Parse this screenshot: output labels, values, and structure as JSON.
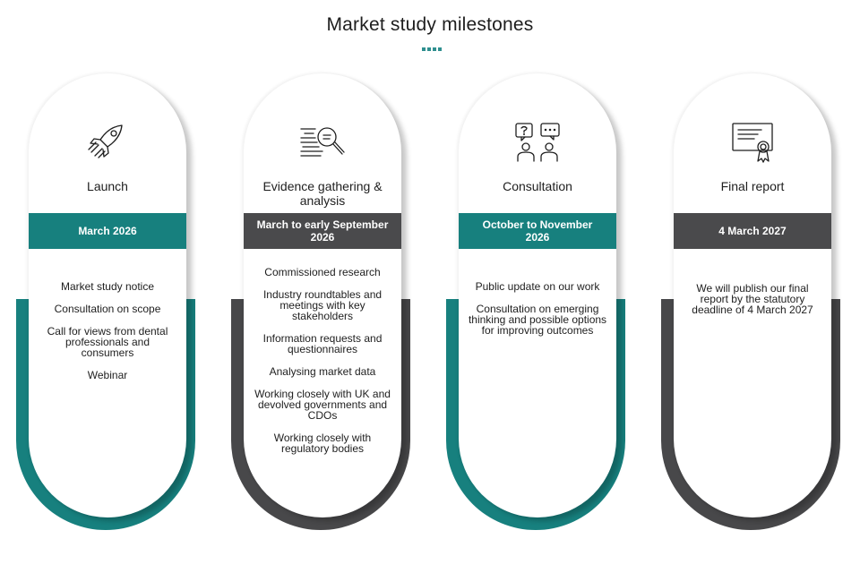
{
  "title": "Market study milestones",
  "colors": {
    "teal": "#17807e",
    "grey": "#48484a"
  },
  "milestones": [
    {
      "icon": "rocket-icon",
      "phase": "Launch",
      "date": "March 2026",
      "items": [
        "Market study notice",
        "Consultation on scope",
        "Call for views from dental professionals and consumers",
        "Webinar"
      ]
    },
    {
      "icon": "magnifier-document-icon",
      "phase": "Evidence gathering & analysis",
      "date": "March to early September 2026",
      "items": [
        "Commissioned research",
        "Industry roundtables and meetings with key stakeholders",
        "Information requests and questionnaires",
        "Analysing market data",
        "Working closely with UK and devolved governments and CDOs",
        "Working closely with regulatory bodies"
      ]
    },
    {
      "icon": "people-speech-icon",
      "phase": "Consultation",
      "date": "October to November 2026",
      "items": [
        "Public update on our work",
        "Consultation on emerging thinking and possible options for improving outcomes"
      ]
    },
    {
      "icon": "certificate-icon",
      "phase": "Final report",
      "date": "4 March 2027",
      "items": [
        "We will publish our final report by the statutory deadline of 4 March 2027"
      ]
    }
  ]
}
